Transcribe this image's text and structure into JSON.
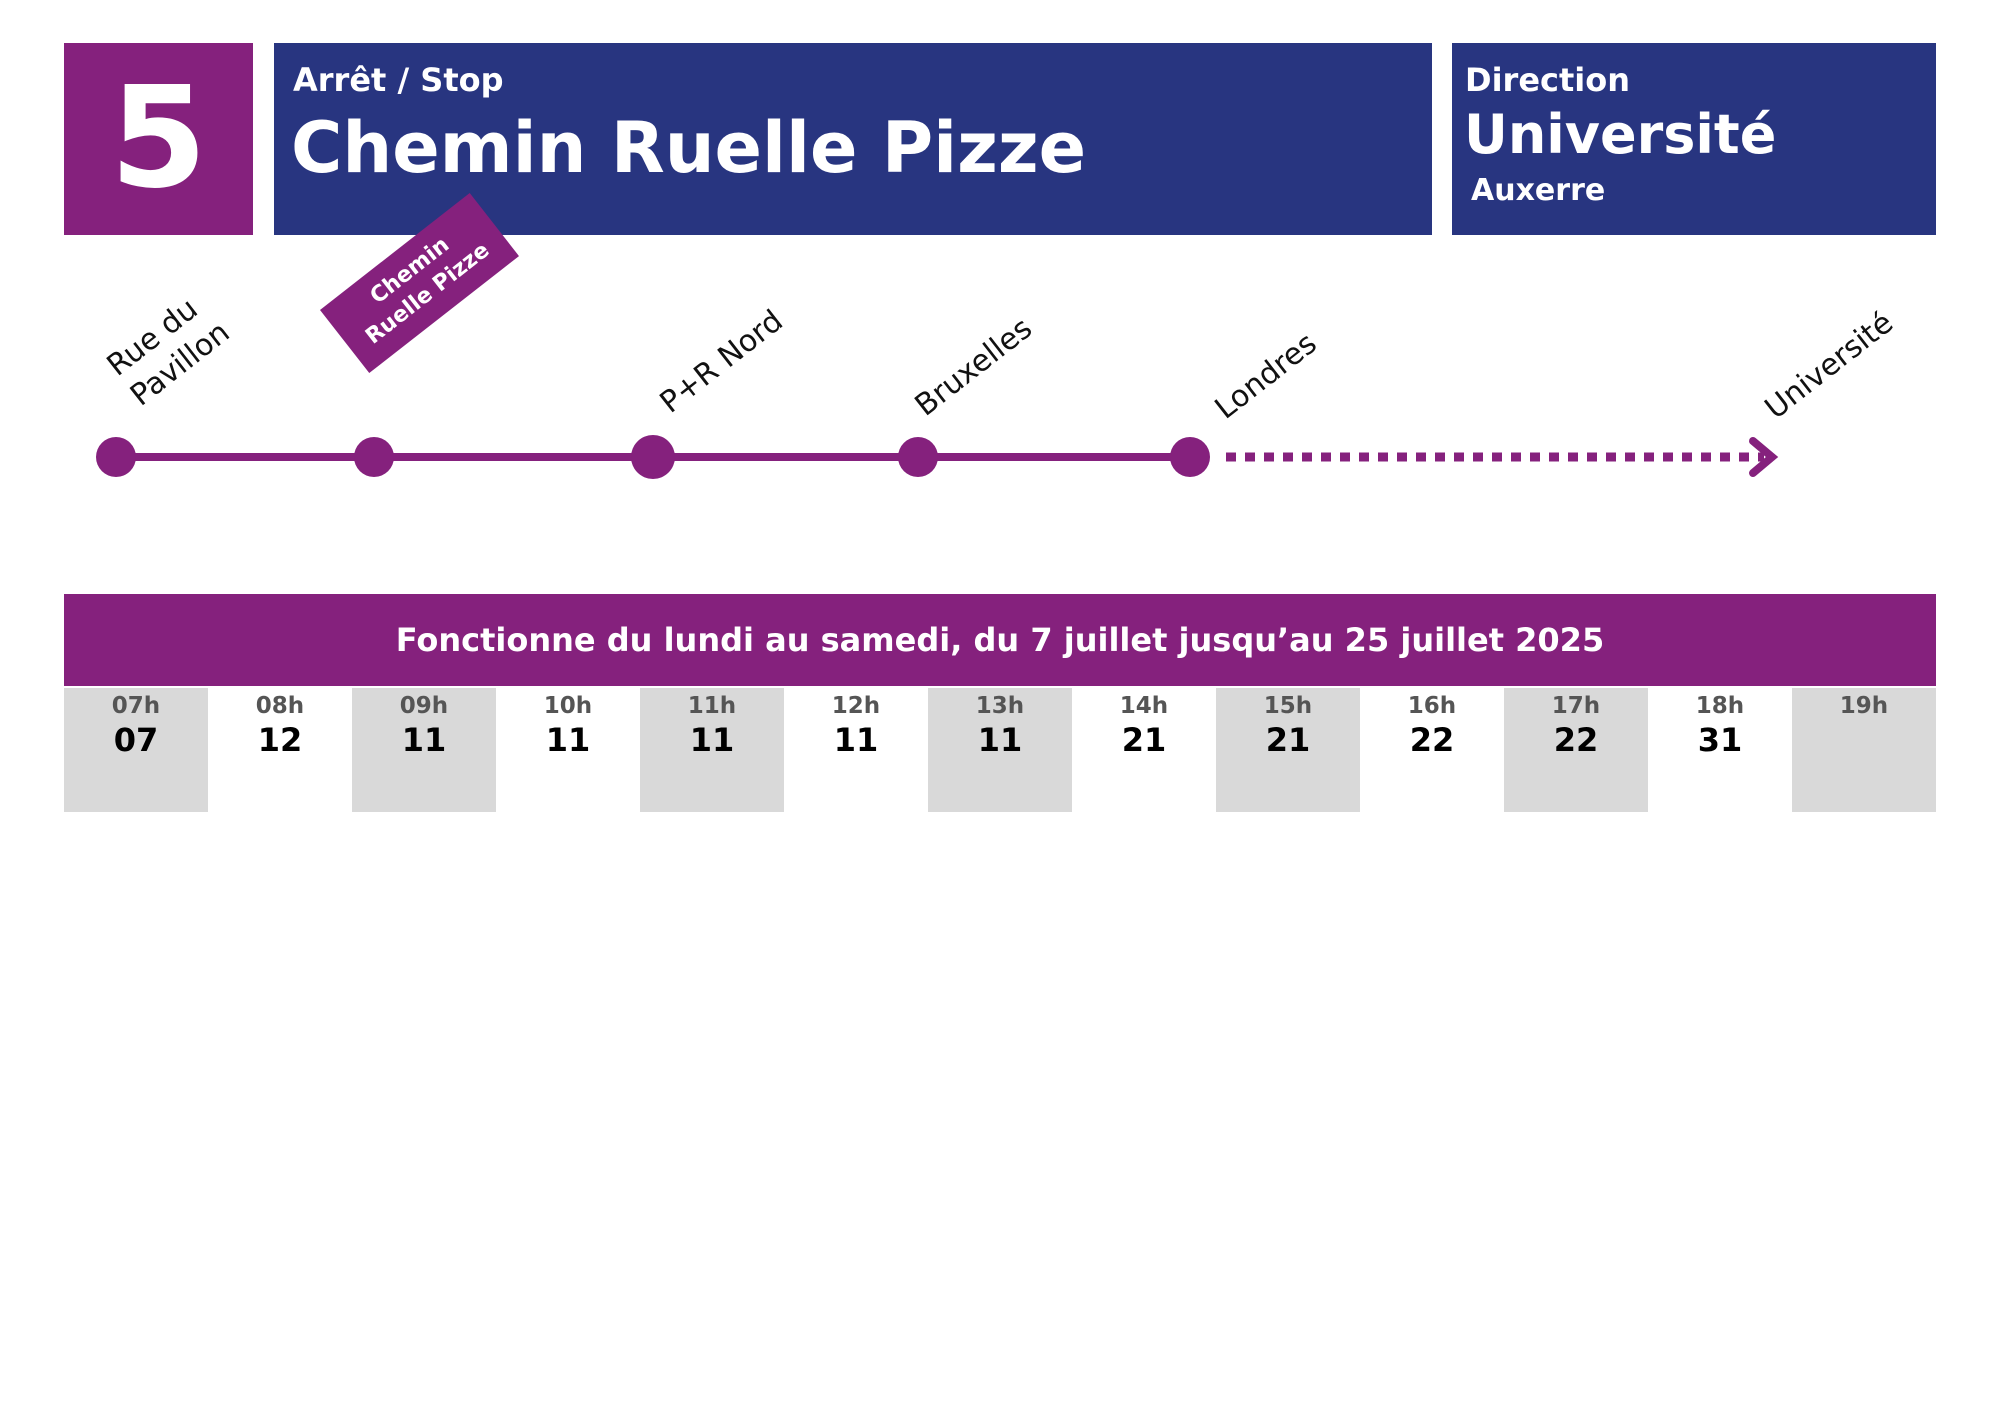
{
  "line": {
    "number": "5"
  },
  "stop": {
    "kicker": "Arrêt / Stop",
    "name": "Chemin Ruelle Pizze"
  },
  "direction": {
    "kicker": "Direction",
    "name": "Université",
    "city": "Auxerre"
  },
  "route": {
    "stops": [
      {
        "label": "Rue du\nPavillon",
        "current": false
      },
      {
        "label": "Chemin\nRuelle Pizze",
        "current": true
      },
      {
        "label": "P+R Nord",
        "current": false
      },
      {
        "label": "Bruxelles",
        "current": false
      },
      {
        "label": "Londres",
        "current": false
      }
    ],
    "terminus": "Université",
    "color": "#85217d"
  },
  "service": {
    "banner": "Fonctionne du lundi au samedi, du 7 juillet jusqu’au 25 juillet 2025"
  },
  "timetable": [
    {
      "hour": "07h",
      "minutes": "07"
    },
    {
      "hour": "08h",
      "minutes": "12"
    },
    {
      "hour": "09h",
      "minutes": "11"
    },
    {
      "hour": "10h",
      "minutes": "11"
    },
    {
      "hour": "11h",
      "minutes": "11"
    },
    {
      "hour": "12h",
      "minutes": "11"
    },
    {
      "hour": "13h",
      "minutes": "11"
    },
    {
      "hour": "14h",
      "minutes": "21"
    },
    {
      "hour": "15h",
      "minutes": "21"
    },
    {
      "hour": "16h",
      "minutes": "22"
    },
    {
      "hour": "17h",
      "minutes": "22"
    },
    {
      "hour": "18h",
      "minutes": "31"
    },
    {
      "hour": "19h",
      "minutes": ""
    }
  ],
  "colors": {
    "line": "#85217d",
    "header": "#283580",
    "shade": "#d9d9d9"
  }
}
